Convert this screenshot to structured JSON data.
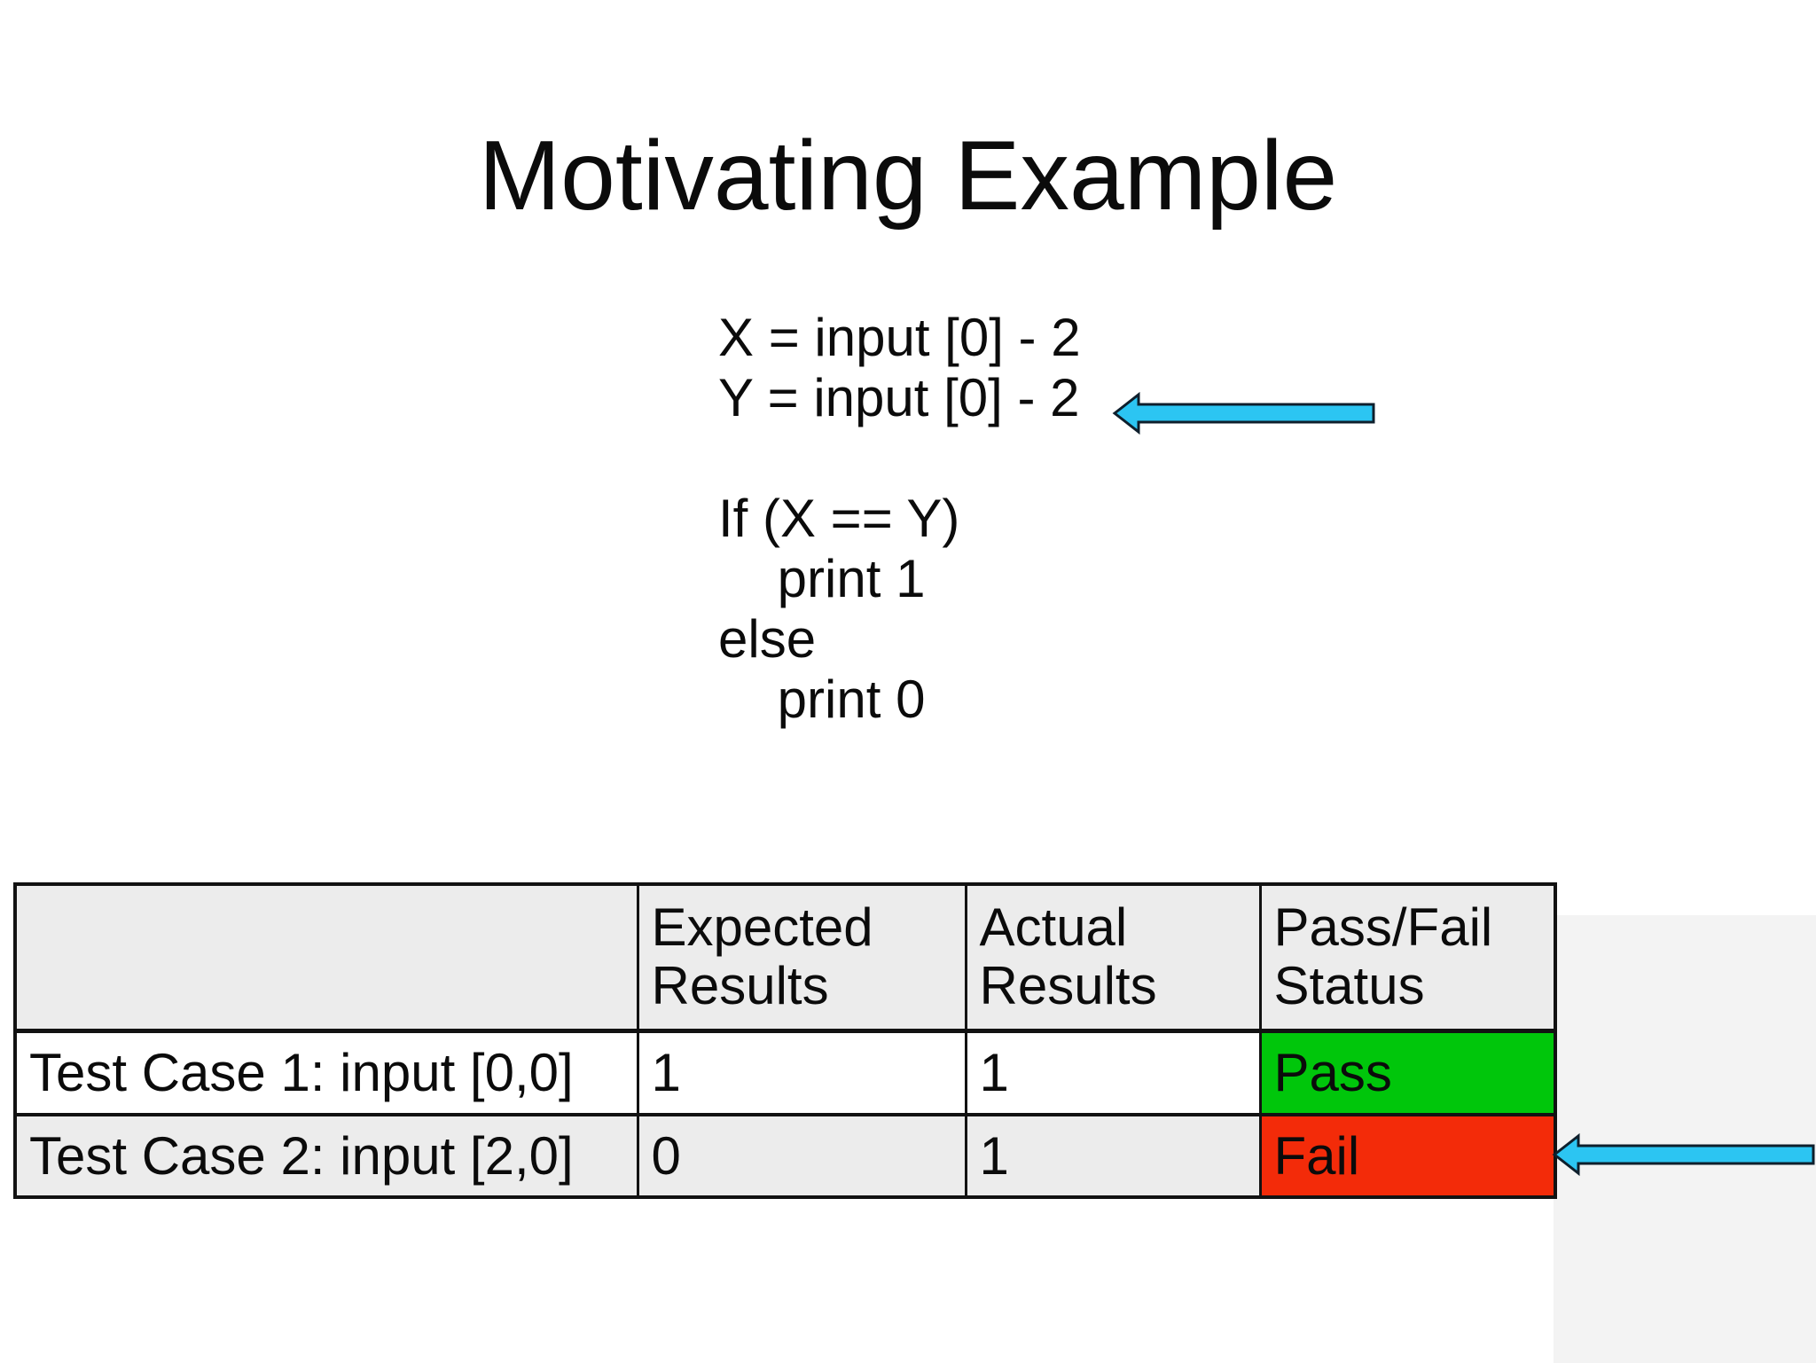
{
  "slide": {
    "title": "Motivating Example",
    "code": "X = input [0] - 2\nY = input [0] - 2\n\nIf (X == Y)\n    print 1\nelse\n    print 0",
    "annotations": [
      {
        "name": "arrow-pointing-to-y-assignment-line",
        "icon": "left-block-arrow-icon"
      },
      {
        "name": "arrow-pointing-to-fail-cell",
        "icon": "left-block-arrow-icon"
      }
    ],
    "colors": {
      "pass_green": "#00c60b",
      "fail_red": "#f32b09",
      "arrow_cyan": "#2cc5f2",
      "arrow_outline": "#0e1f2c",
      "header_gray": "#ececec",
      "row_alt_gray": "#ececec",
      "row_white": "#ffffff"
    }
  },
  "table": {
    "headers": [
      "",
      "Expected Results",
      "Actual Results",
      "Pass/Fail Status"
    ],
    "rows": [
      {
        "label": "Test Case 1: input [0,0]",
        "expected": "1",
        "actual": "1",
        "status": "Pass"
      },
      {
        "label": "Test Case 2: input [2,0]",
        "expected": "0",
        "actual": "1",
        "status": "Fail"
      }
    ]
  }
}
